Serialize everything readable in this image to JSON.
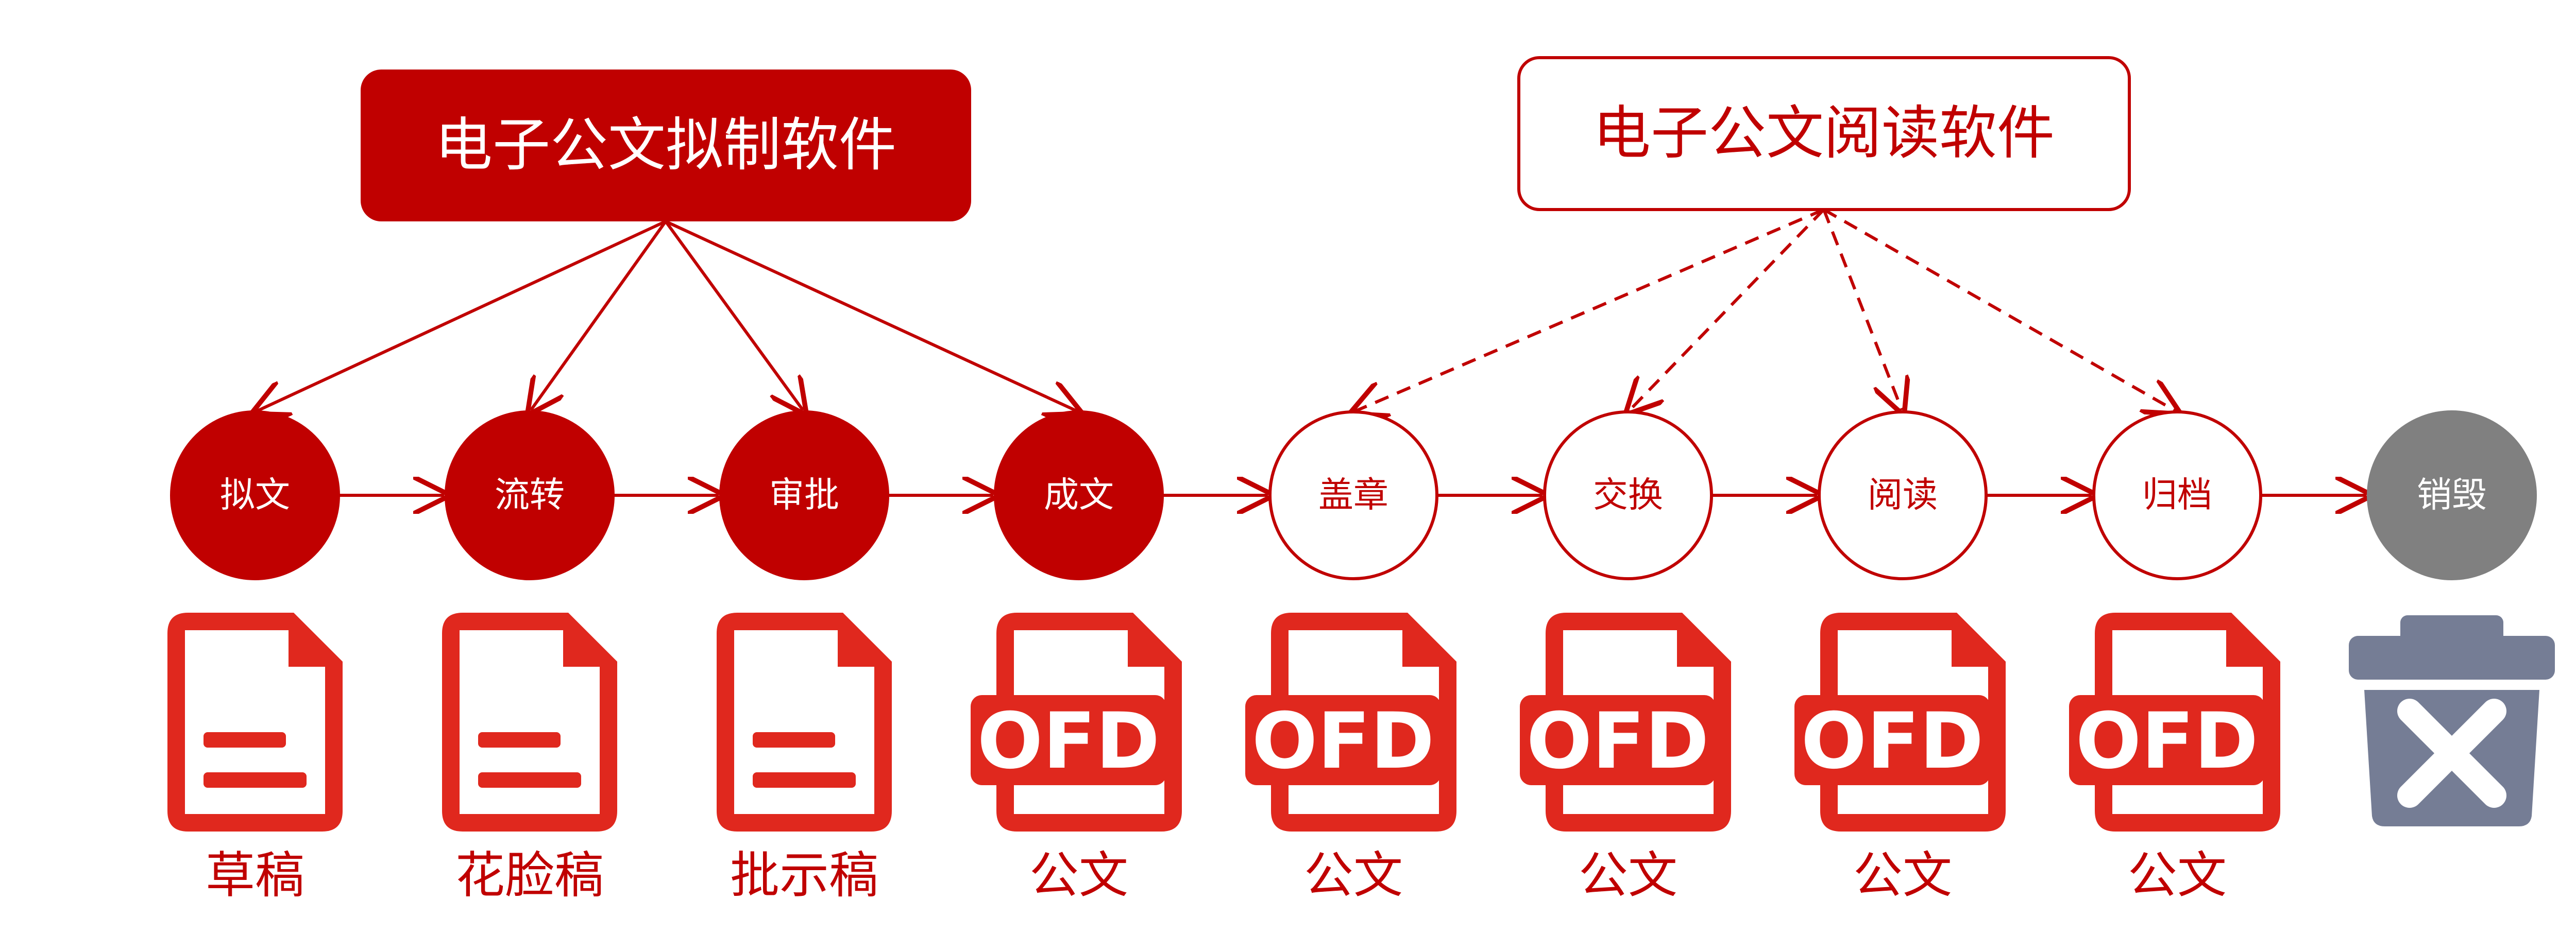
{
  "colors": {
    "red": "#c00000",
    "doc_red": "#e0281e",
    "gray_node": "#808080",
    "trash": "#757d95",
    "white": "#ffffff"
  },
  "boxes": {
    "drafting": {
      "label": "电子公文拟制软件"
    },
    "reading": {
      "label": "电子公文阅读软件"
    }
  },
  "steps": [
    {
      "label": "拟文",
      "style": "filled",
      "icon": "draft-document-icon",
      "doc_label": "草稿"
    },
    {
      "label": "流转",
      "style": "filled",
      "icon": "draft-document-icon",
      "doc_label": "花脸稿"
    },
    {
      "label": "审批",
      "style": "filled",
      "icon": "draft-document-icon",
      "doc_label": "批示稿"
    },
    {
      "label": "成文",
      "style": "filled",
      "icon": "ofd-document-icon",
      "doc_label": "公文"
    },
    {
      "label": "盖章",
      "style": "outline",
      "icon": "ofd-document-icon",
      "doc_label": "公文"
    },
    {
      "label": "交换",
      "style": "outline",
      "icon": "ofd-document-icon",
      "doc_label": "公文"
    },
    {
      "label": "阅读",
      "style": "outline",
      "icon": "ofd-document-icon",
      "doc_label": "公文"
    },
    {
      "label": "归档",
      "style": "outline",
      "icon": "ofd-document-icon",
      "doc_label": "公文"
    },
    {
      "label": "销毁",
      "style": "gray",
      "icon": "trash-delete-icon",
      "doc_label": ""
    }
  ],
  "ofd_text": "OFD",
  "edges": {
    "drafting_to_steps": [
      0,
      1,
      2,
      3
    ],
    "reading_to_steps": [
      4,
      5,
      6,
      7
    ]
  }
}
